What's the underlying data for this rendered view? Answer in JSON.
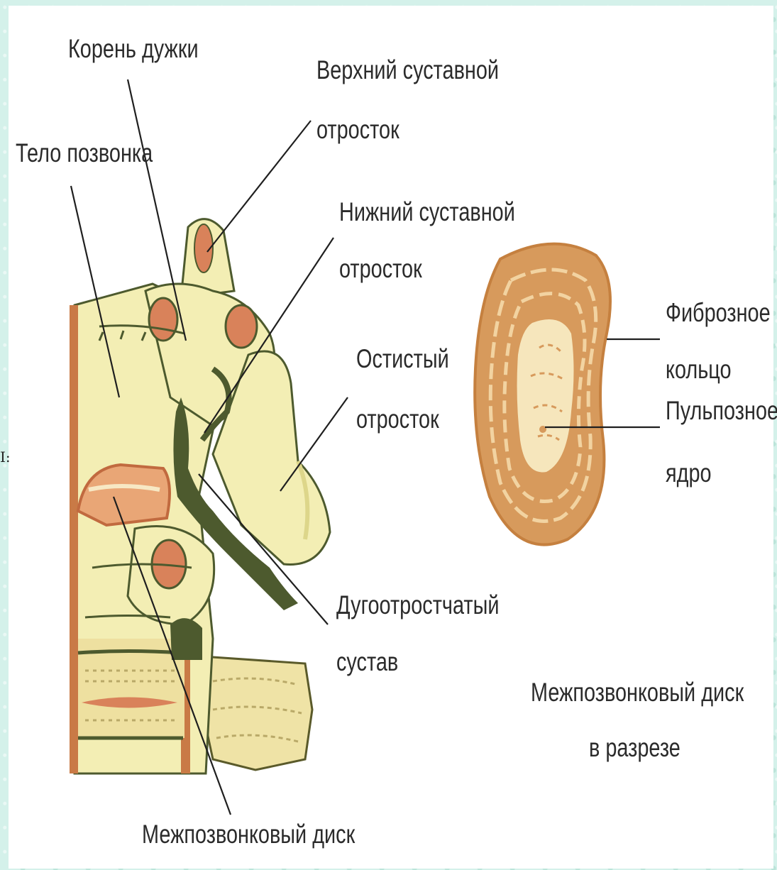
{
  "labels": {
    "arch_root": "Корень дужки",
    "superior_process_1": "Верхний суставной",
    "superior_process_2": "отросток",
    "vertebral_body": "Тело позвонка",
    "inferior_process_1": "Нижний суставной",
    "inferior_process_2": "отросток",
    "spinous_process_1": "Остистый",
    "spinous_process_2": "отросток",
    "facet_joint_1": "Дугоотростчатый",
    "facet_joint_2": "сустав",
    "intervertebral_disc": "Межпозвонковый диск",
    "annulus_1": "Фиброзное",
    "annulus_2": "кольцо",
    "nucleus_1": "Пульпозное",
    "nucleus_2": "ядро",
    "section_caption_1": "Межпозвонковый диск",
    "section_caption_2": "в разрезе"
  },
  "edge_glyph": "I:",
  "colors": {
    "bone": "#f3eeb4",
    "bone_shadow": "#ddd68a",
    "dark": "#4d5a2e",
    "cartilage": "#d9825a",
    "disc_outer": "#d79a5c",
    "disc_inner": "#f6e6bc"
  }
}
